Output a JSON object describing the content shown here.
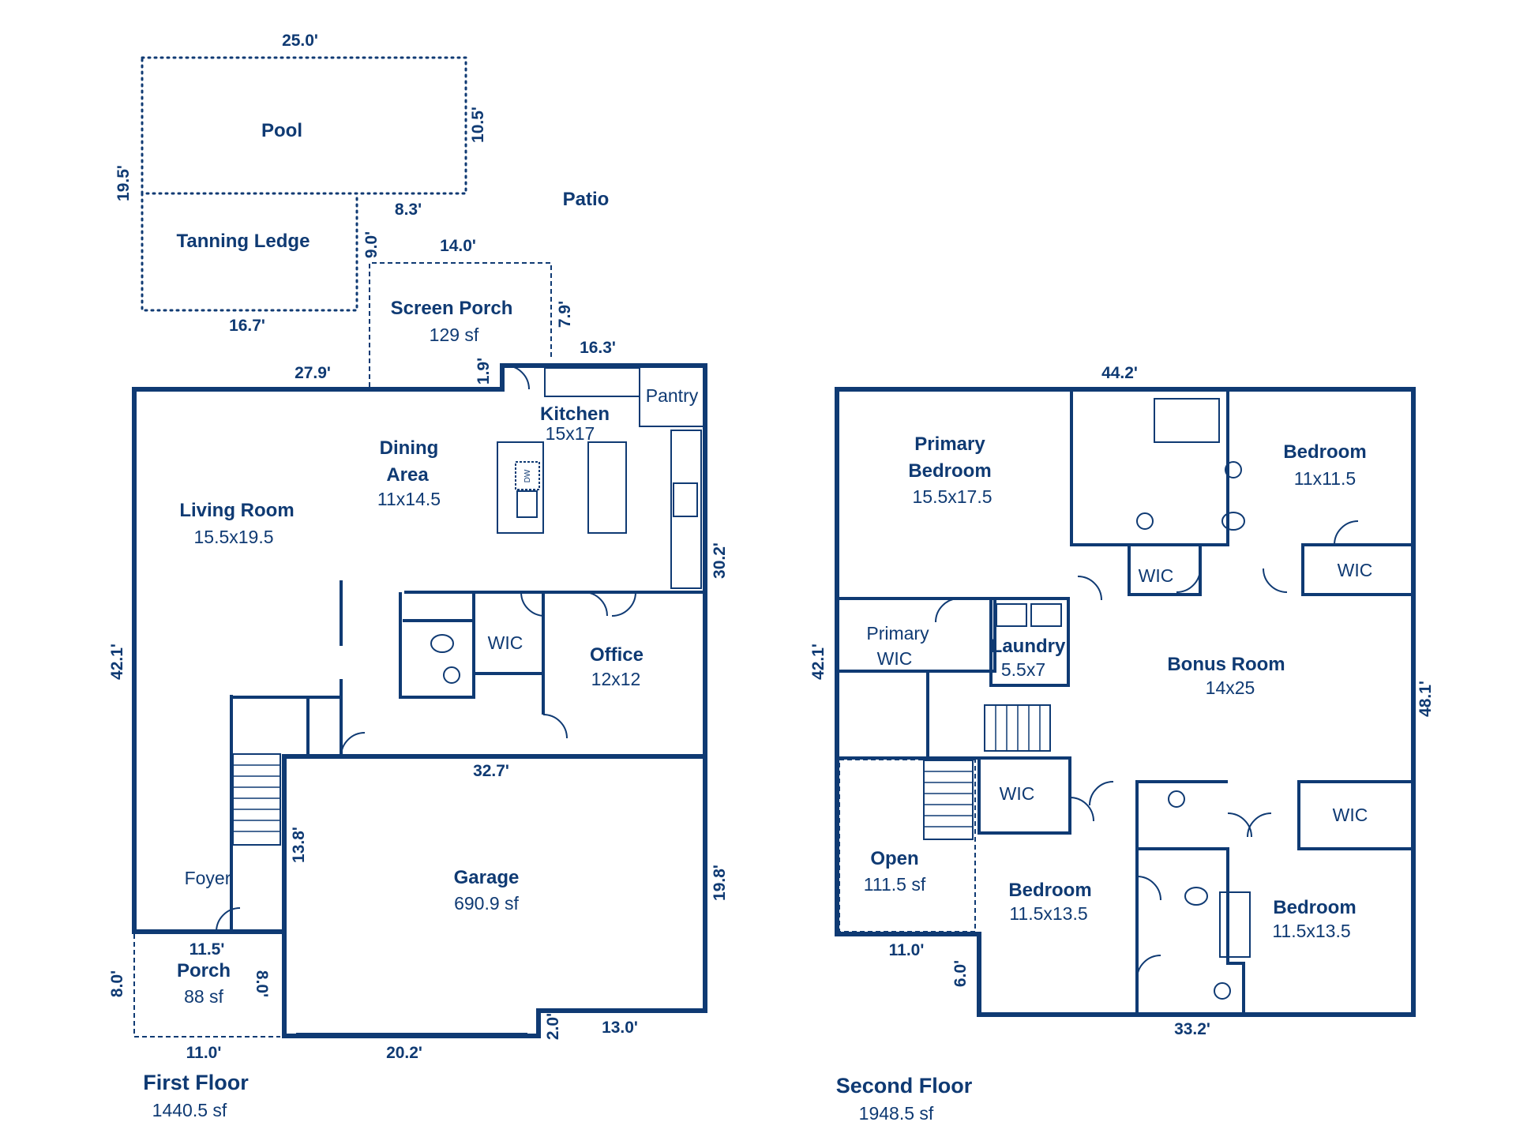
{
  "first_floor": {
    "title": "First Floor",
    "area": "1440.5 sf",
    "rooms": {
      "pool": "Pool",
      "tanning_ledge": "Tanning Ledge",
      "patio": "Patio",
      "screen_porch": "Screen Porch",
      "screen_porch_area": "129 sf",
      "kitchen": "Kitchen",
      "kitchen_size": "15x17",
      "pantry": "Pantry",
      "dining_1": "Dining",
      "dining_2": "Area",
      "dining_size": "11x14.5",
      "living": "Living Room",
      "living_size": "15.5x19.5",
      "wic": "WIC",
      "office": "Office",
      "office_size": "12x12",
      "garage": "Garage",
      "garage_area": "690.9 sf",
      "foyer": "Foyer",
      "porch": "Porch",
      "porch_area": "88 sf",
      "dw": "DW"
    },
    "dims": {
      "pool_top": "25.0'",
      "pool_right": "10.5'",
      "pool_left": "19.5'",
      "pool_step": "8.3'",
      "ledge_bottom": "16.7'",
      "ledge_right": "9.0'",
      "screen_top": "14.0'",
      "screen_right": "7.9'",
      "kitchen_top": "16.3'",
      "house_top": "27.9'",
      "step_small": "1.9'",
      "right_upper": "30.2'",
      "left": "42.1'",
      "garage_top": "32.7'",
      "garage_left": "13.8'",
      "garage_right": "19.8'",
      "porch_top": "11.5'",
      "porch_left": "8.0'",
      "porch_right": "8.0'",
      "porch_bottom": "11.0'",
      "garage_bottom": "20.2'",
      "garage_step": "2.0'",
      "garage_bottom_right": "13.0'"
    }
  },
  "second_floor": {
    "title": "Second Floor",
    "area": "1948.5 sf",
    "rooms": {
      "primary_1": "Primary",
      "primary_2": "Bedroom",
      "primary_size": "15.5x17.5",
      "bedroom_ne": "Bedroom",
      "bedroom_ne_size": "11x11.5",
      "wic": "WIC",
      "primary_wic_1": "Primary",
      "primary_wic_2": "WIC",
      "laundry": "Laundry",
      "laundry_size": "5.5x7",
      "bonus": "Bonus Room",
      "bonus_size": "14x25",
      "open": "Open",
      "open_area": "111.5 sf",
      "bedroom_sw": "Bedroom",
      "bedroom_sw_size": "11.5x13.5",
      "bedroom_se": "Bedroom",
      "bedroom_se_size": "11.5x13.5"
    },
    "dims": {
      "top": "44.2'",
      "left": "42.1'",
      "right": "48.1'",
      "open_bottom": "11.0'",
      "step": "6.0'",
      "bottom": "33.2'"
    }
  },
  "colors": {
    "line": "#0f3a73",
    "background": "#ffffff"
  }
}
